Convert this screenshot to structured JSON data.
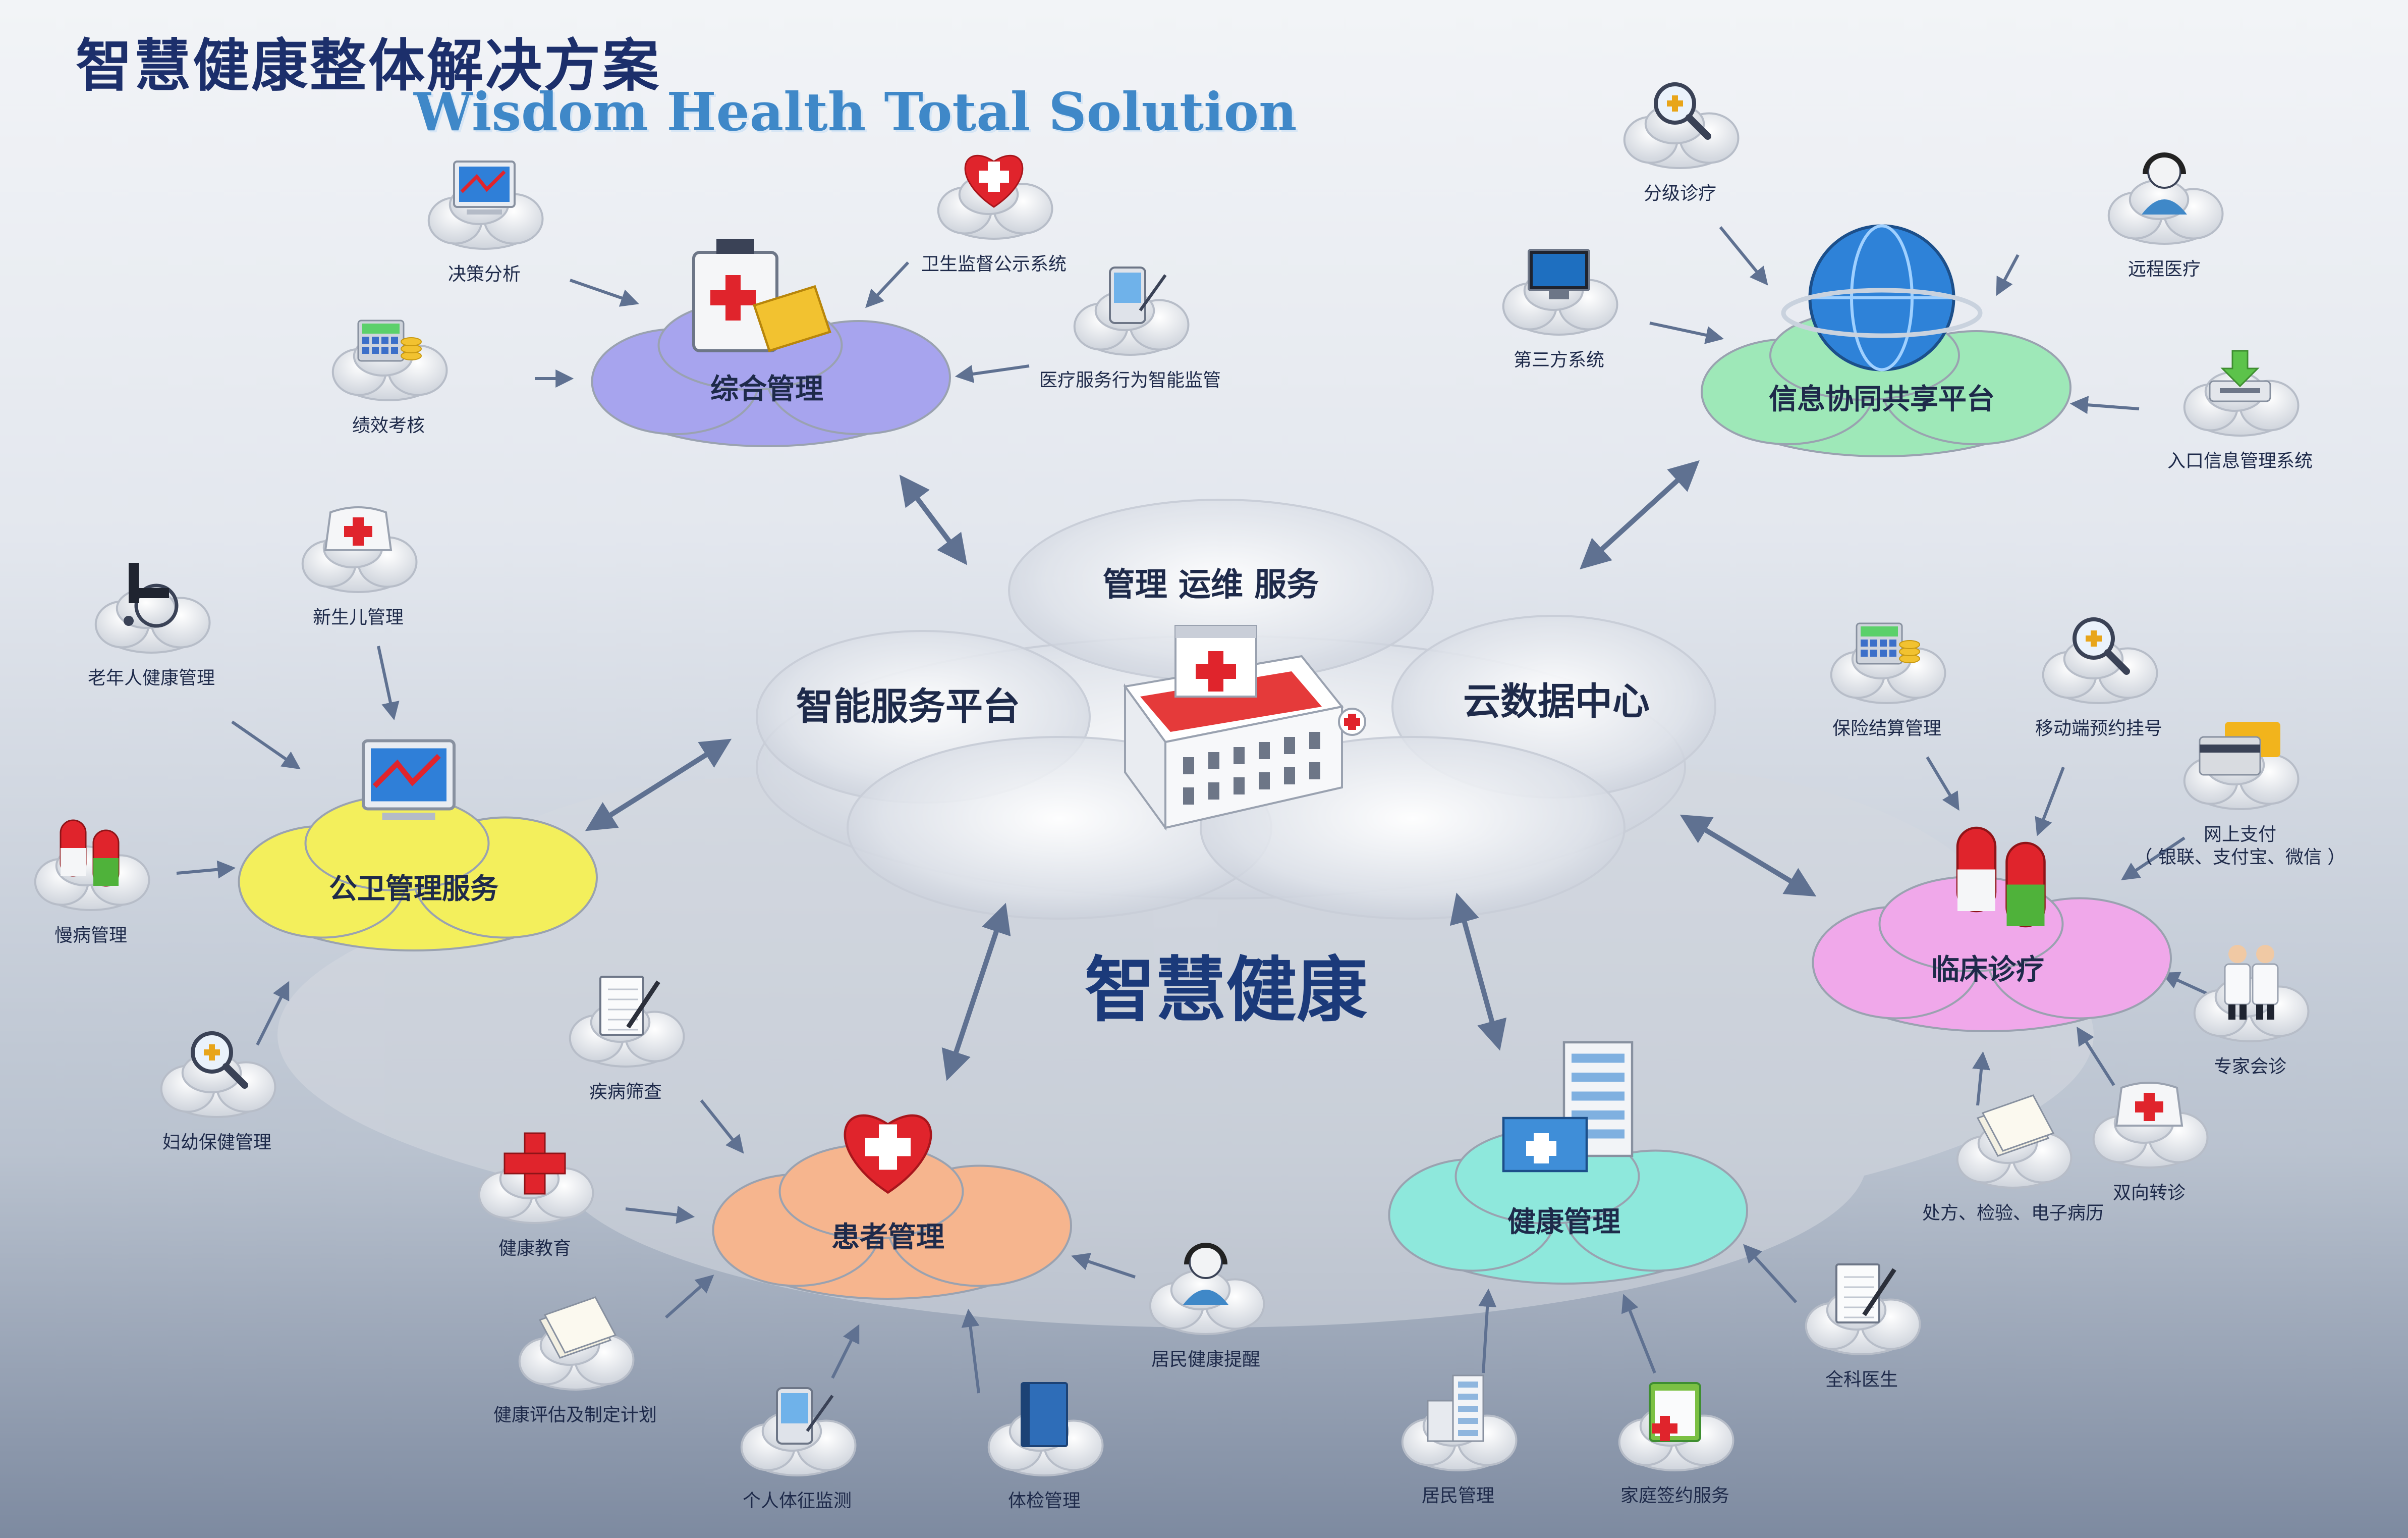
{
  "title": {
    "cn": "智慧健康整体解决方案",
    "en": "Wisdom Health Total Solution"
  },
  "center": {
    "title": "智慧健康",
    "top_label": "管理 运维 服务",
    "left_label": "智能服务平台",
    "right_label": "云数据中心"
  },
  "hubs": [
    {
      "id": "zonghe",
      "label": "综合管理",
      "color": "#a7a4ee",
      "icon": "hospital-kit-icon"
    },
    {
      "id": "xinxi",
      "label": "信息协同共享平台",
      "color": "#9ee8b8",
      "icon": "globe-icon"
    },
    {
      "id": "gongwei",
      "label": "公卫管理服务",
      "color": "#f3ef5c",
      "icon": "monitor-chart-icon"
    },
    {
      "id": "linchuang",
      "label": "临床诊疗",
      "color": "#f0a8ea",
      "icon": "capsule-icon"
    },
    {
      "id": "huanzhe",
      "label": "患者管理",
      "color": "#f6b58e",
      "icon": "heart-cross-icon"
    },
    {
      "id": "jiankang",
      "label": "健康管理",
      "color": "#8ee8dc",
      "icon": "er-hospital-icon"
    }
  ],
  "items": [
    {
      "label": "决策分析",
      "icon": "monitor-chart-icon"
    },
    {
      "label": "绩效考核",
      "icon": "calculator-coins-icon"
    },
    {
      "label": "卫生监督公示系统",
      "icon": "heart-cross-icon"
    },
    {
      "label": "医疗服务行为智能监管",
      "icon": "pda-icon"
    },
    {
      "label": "分级诊疗",
      "icon": "magnifier-icon"
    },
    {
      "label": "远程医疗",
      "icon": "headset-user-icon"
    },
    {
      "label": "第三方系统",
      "icon": "computer-icon"
    },
    {
      "label": "入口信息管理系统",
      "icon": "download-icon"
    },
    {
      "label": "新生儿管理",
      "icon": "nurse-cap-icon"
    },
    {
      "label": "老年人健康管理",
      "icon": "wheelchair-icon"
    },
    {
      "label": "慢病管理",
      "icon": "capsule-icon"
    },
    {
      "label": "妇幼保健管理",
      "icon": "magnifier-icon"
    },
    {
      "label": "保险结算管理",
      "icon": "calculator-coins-icon"
    },
    {
      "label": "移动端预约挂号",
      "icon": "magnifier-icon"
    },
    {
      "label": "网上支付",
      "label2": "（ 银联、支付宝、微信 ）",
      "icon": "cards-icon"
    },
    {
      "label": "专家会诊",
      "icon": "doctors-icon"
    },
    {
      "label": "双向转诊",
      "icon": "nurse-cap-icon"
    },
    {
      "label": "处方、检验、电子病历",
      "icon": "papers-icon"
    },
    {
      "label": "疾病筛查",
      "icon": "notebook-pen-icon"
    },
    {
      "label": "健康教育",
      "icon": "red-cross-icon"
    },
    {
      "label": "健康评估及制定计划",
      "icon": "papers-icon"
    },
    {
      "label": "个人体征监测",
      "icon": "pda-icon"
    },
    {
      "label": "体检管理",
      "icon": "book-icon"
    },
    {
      "label": "居民健康提醒",
      "icon": "headset-user-icon"
    },
    {
      "label": "居民管理",
      "icon": "buildings-icon"
    },
    {
      "label": "家庭签约服务",
      "icon": "clipboard-cross-icon"
    },
    {
      "label": "全科医生",
      "icon": "notebook-pen-icon"
    }
  ],
  "colors": {
    "arrow": "#5f7191",
    "text": "#1e2a4a",
    "title": "#1c2f6b",
    "subtitle": "#3f88c8",
    "red": "#e0242c"
  }
}
